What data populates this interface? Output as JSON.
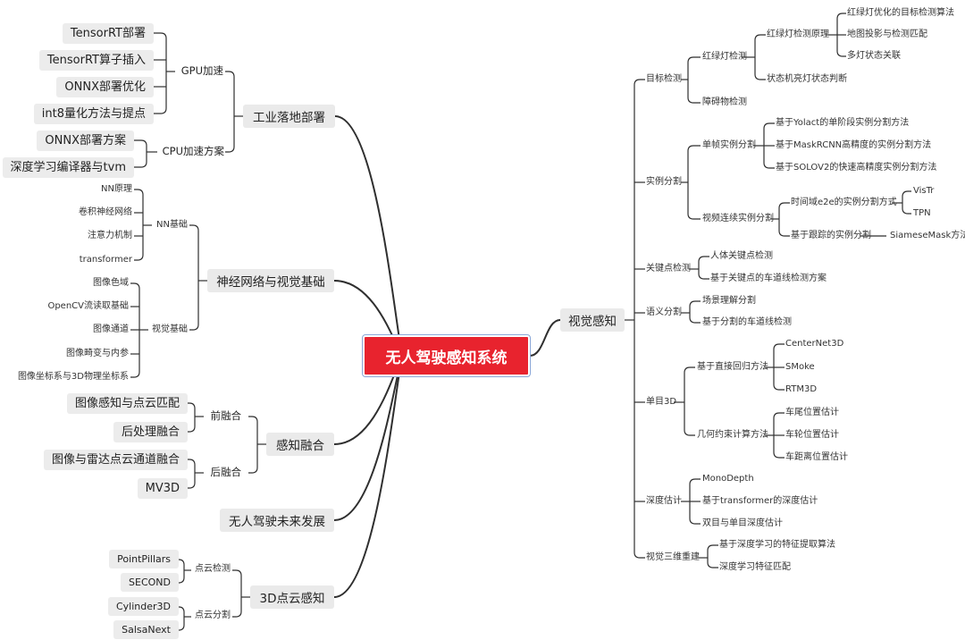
{
  "root": "无人驾驶感知系统",
  "left": {
    "industrial": {
      "title": "工业落地部署",
      "gpu": {
        "title": "GPU加速",
        "items": [
          "TensorRT部署",
          "TensorRT算子插入",
          "ONNX部署优化",
          "int8量化方法与提点"
        ]
      },
      "cpu": {
        "title": "CPU加速方案",
        "items": [
          "ONNX部署方案",
          "深度学习编译器与tvm"
        ]
      }
    },
    "nn": {
      "title": "神经网络与视觉基础",
      "nnbasic": {
        "title": "NN基础",
        "items": [
          "NN原理",
          "卷积神经网络",
          "注意力机制",
          "transformer"
        ]
      },
      "visbasic": {
        "title": "视觉基础",
        "items": [
          "图像色域",
          "OpenCV流读取基础",
          "图像通道",
          "图像畸变与内参",
          "图像坐标系与3D物理坐标系"
        ]
      }
    },
    "fusion": {
      "title": "感知融合",
      "front": {
        "title": "前融合",
        "items": [
          "图像感知与点云匹配",
          "后处理融合"
        ]
      },
      "back": {
        "title": "后融合",
        "items": [
          "图像与雷达点云通道融合",
          "MV3D"
        ]
      }
    },
    "future": {
      "title": "无人驾驶未来发展"
    },
    "pc": {
      "title": "3D点云感知",
      "det": {
        "title": "点云检测",
        "items": [
          "PointPillars",
          "SECOND"
        ]
      },
      "seg": {
        "title": "点云分割",
        "items": [
          "Cylinder3D",
          "SalsaNext"
        ]
      }
    }
  },
  "right": {
    "title": "视觉感知",
    "det": {
      "title": "目标检测",
      "tl": {
        "title": "红绿灯检测",
        "principle": {
          "title": "红绿灯检测原理",
          "items": [
            "红绿灯优化的目标检测算法",
            "地图投影与检测匹配",
            "多灯状态关联"
          ]
        },
        "state": "状态机亮灯状态判断"
      },
      "obstacle": "障碍物检测"
    },
    "inst": {
      "title": "实例分割",
      "single": {
        "title": "单帧实例分割",
        "items": [
          "基于Yolact的单阶段实例分割方法",
          "基于MaskRCNN高精度的实例分割方法",
          "基于SOLOV2的快速高精度实例分割方法"
        ]
      },
      "video": {
        "title": "视频连续实例分割",
        "e2e": {
          "title": "时间域e2e的实例分割方式",
          "items": [
            "VisTr",
            "TPN"
          ]
        },
        "track": {
          "title": "基于跟踪的实例分割",
          "items": [
            "SiameseMask方法"
          ]
        }
      }
    },
    "kp": {
      "title": "关键点检测",
      "items": [
        "人体关键点检测",
        "基于关键点的车道线检测方案"
      ]
    },
    "sem": {
      "title": "语义分割",
      "items": [
        "场景理解分割",
        "基于分割的车道线检测"
      ]
    },
    "mono": {
      "title": "单目3D",
      "direct": {
        "title": "基于直接回归方法",
        "items": [
          "CenterNet3D",
          "SMoke",
          "RTM3D"
        ]
      },
      "geo": {
        "title": "几何约束计算方法",
        "items": [
          "车尾位置估计",
          "车轮位置估计",
          "车距离位置估计"
        ]
      }
    },
    "depth": {
      "title": "深度估计",
      "items": [
        "MonoDepth",
        "基于transformer的深度估计",
        "双目与单目深度估计"
      ]
    },
    "recon": {
      "title": "视觉三维重建",
      "items": [
        "基于深度学习的特征提取算法",
        "深度学习特征匹配"
      ]
    }
  }
}
